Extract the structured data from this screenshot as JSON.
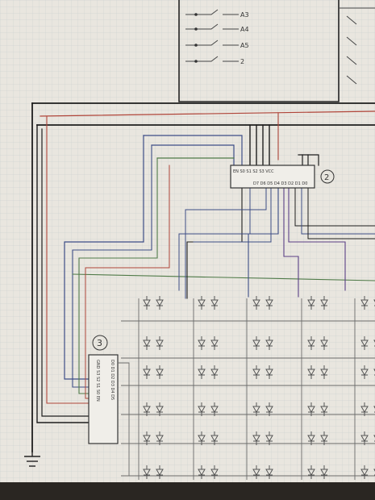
{
  "switch_labels": [
    "A3",
    "A4",
    "A5",
    "2"
  ],
  "chip2": {
    "number": "2",
    "top_pins": "EN  S0  S1  S2  S3  VCC",
    "bottom_pins": "D7 D6 D5 D4 D3 D2 D1 D0"
  },
  "chip3": {
    "number": "3",
    "pins_left": "GND S3 S2 S1 S0 EN",
    "pins_right": "D0 D1 D2 D3 D4 D5"
  },
  "colors": {
    "paper": "#e9e6df",
    "grid": "#cfd3d2",
    "black_wire": "#1d1d1d",
    "red_wire": "#b0453a",
    "green_wire": "#4f7a48",
    "blue_wire": "#3d4d86",
    "purple_wire": "#5a3f86",
    "ink": "#4a4a4a"
  },
  "led_grid": {
    "rows": 6,
    "cols": 5
  }
}
